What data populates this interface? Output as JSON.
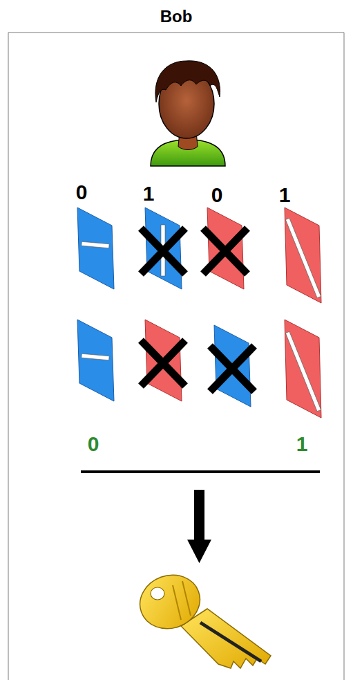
{
  "diagram": {
    "title": "Bob",
    "labels": [
      "0",
      "1",
      "0",
      "1",
      "0",
      "1"
    ]
  }
}
